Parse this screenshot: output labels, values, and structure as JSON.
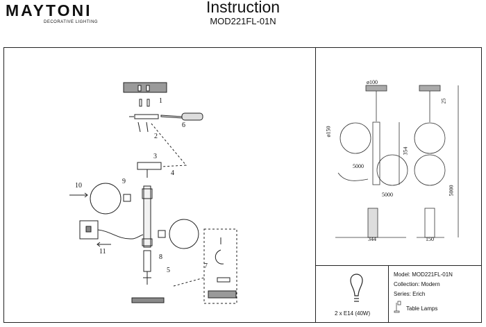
{
  "header": {
    "brand": "MAYTONI",
    "tagline": "DECORATIVE LIGHTING",
    "title": "Instruction",
    "model": "MOD221FL-01N"
  },
  "steps": [
    "1",
    "2",
    "3",
    "4",
    "5",
    "6",
    "7",
    "8",
    "9",
    "10",
    "11"
  ],
  "dimensions": {
    "base_diameter": "ø100",
    "shade_diameter": "ø150",
    "cable_1": "5000",
    "cable_2": "5000",
    "height_body": "354",
    "top_offset": "25",
    "total_height": "5000",
    "width": "344",
    "depth": "150"
  },
  "specs": {
    "bulb": "2 x E14 (40W)",
    "model_line": "Model: MOD221FL-01N",
    "collection_line": "Collection: Modern",
    "series_line": "Series: Erich",
    "category": "Table Lamps"
  }
}
